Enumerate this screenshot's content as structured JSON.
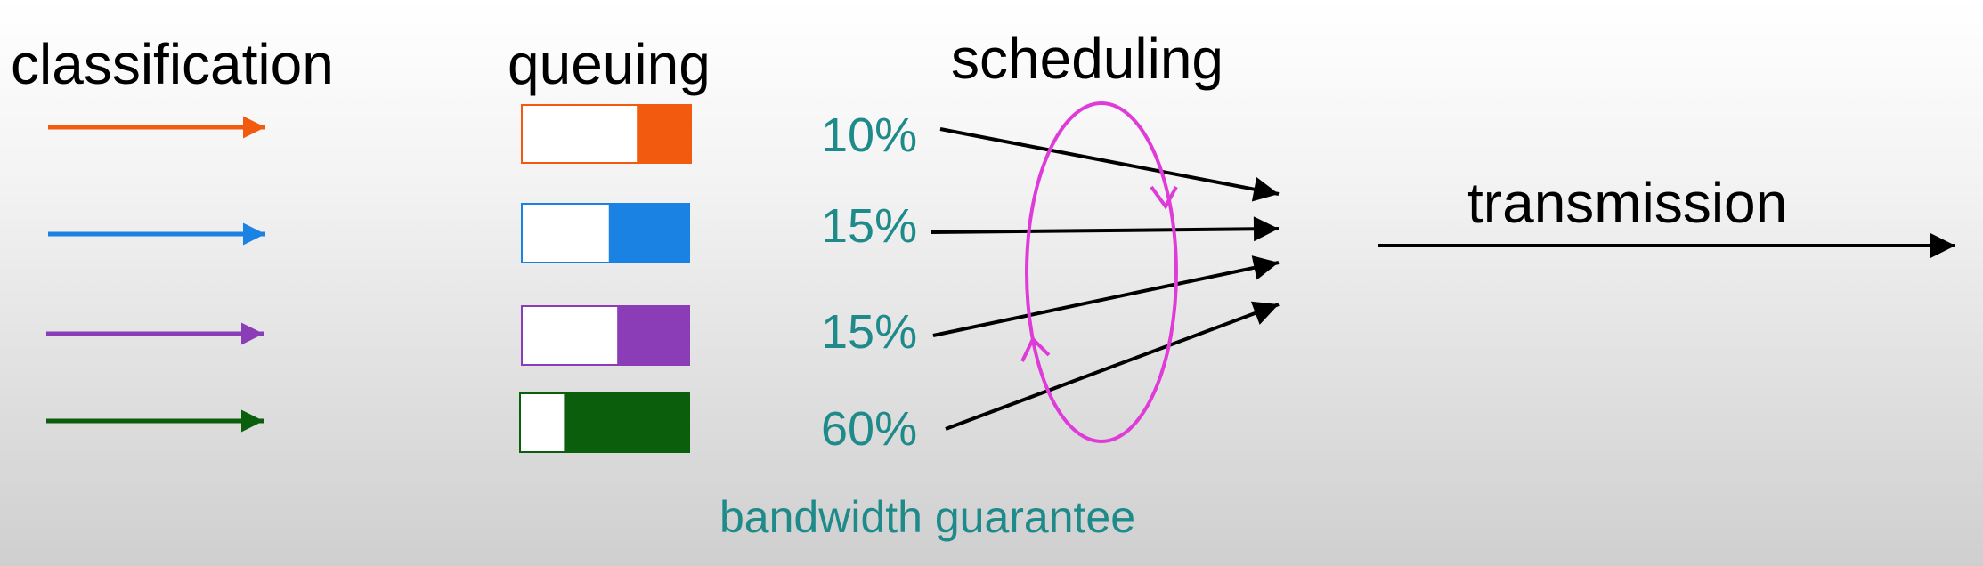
{
  "headings": {
    "classification": "classification",
    "queuing": "queuing",
    "scheduling": "scheduling",
    "transmission": "transmission"
  },
  "classes": [
    {
      "color": "#f25a0f",
      "queue_fill": 0.32,
      "weight": "10%"
    },
    {
      "color": "#1a82e2",
      "queue_fill": 0.48,
      "weight": "15%"
    },
    {
      "color": "#8a3db7",
      "queue_fill": 0.43,
      "weight": "15%"
    },
    {
      "color": "#0b5e0b",
      "queue_fill": 0.74,
      "weight": "60%"
    }
  ],
  "colors": {
    "text_accent": "#1f8a8a",
    "scheduler": "#de3bd8",
    "arrow": "#000000",
    "queue_empty": "#ffffff"
  },
  "caption": "bandwidth guarantee"
}
